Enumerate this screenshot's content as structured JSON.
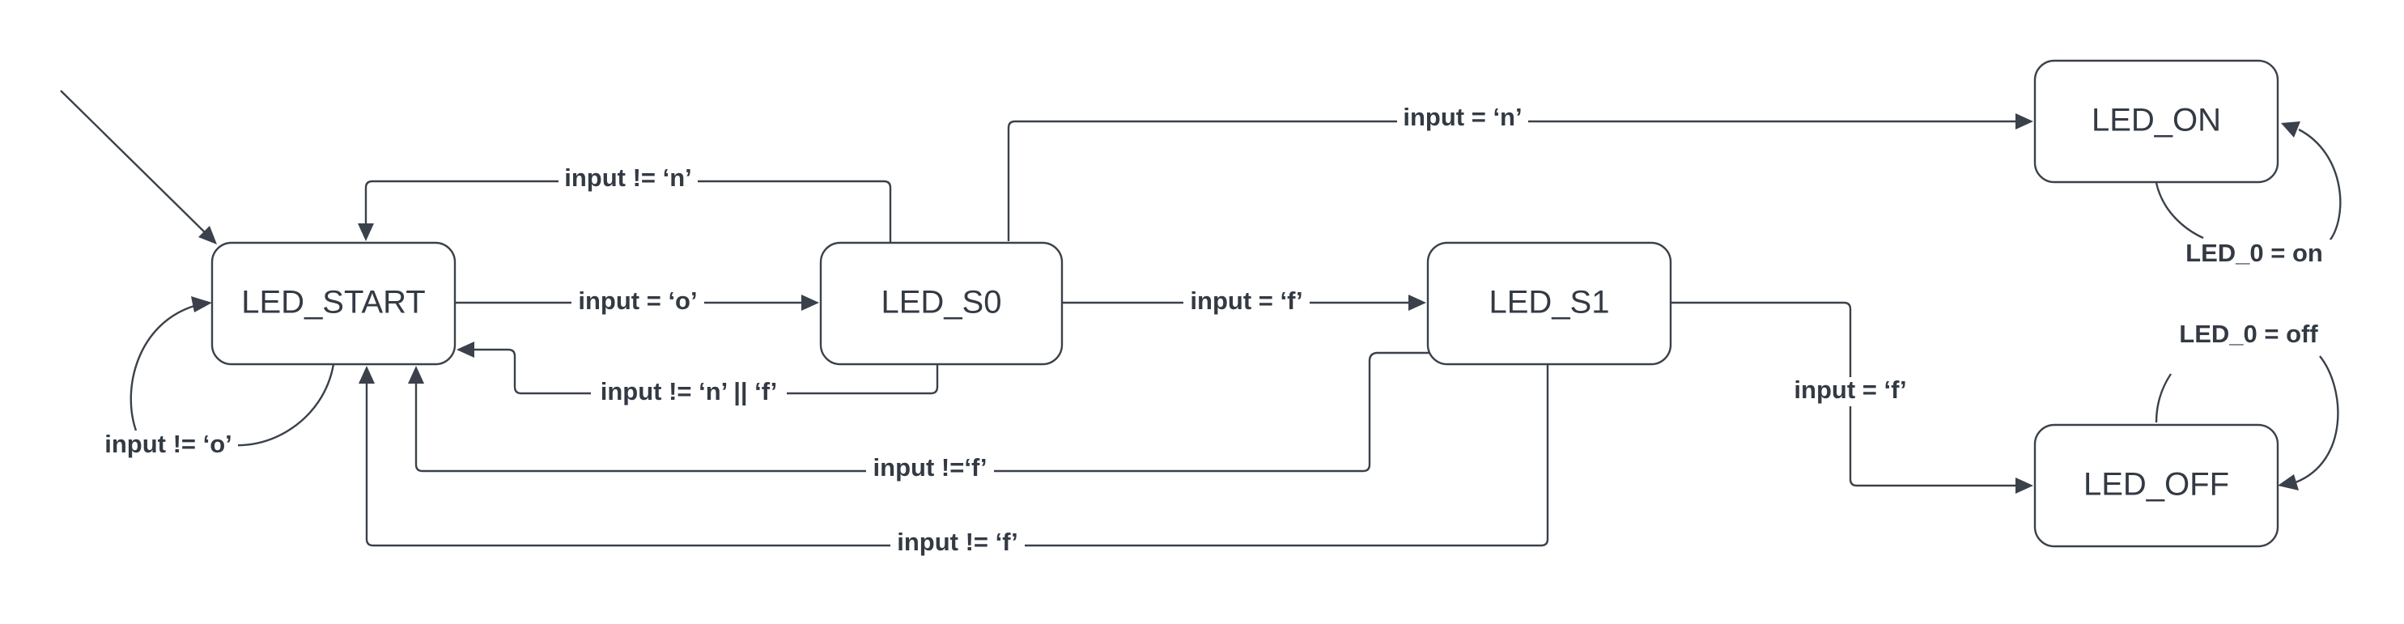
{
  "states": {
    "led_start": "LED_START",
    "led_s0": "LED_S0",
    "led_s1": "LED_S1",
    "led_on": "LED_ON",
    "led_off": "LED_OFF"
  },
  "transitions": {
    "start_self": "input != ‘o’",
    "start_to_s0": "input = ‘o’",
    "s0_to_start_not_n": "input != ‘n’",
    "s0_to_start_not_n_or_f": "input != ‘n’ || ‘f’",
    "s0_to_s1": "input = ‘f’",
    "s0_to_on": "input = ‘n’",
    "s1_to_start_not_f_a": "input !=‘f’",
    "s1_to_start_not_f_b": "input != ‘f’",
    "s1_to_off": "input = ‘f’",
    "on_self": "LED_0 = on",
    "off_self": "LED_0 = off"
  }
}
